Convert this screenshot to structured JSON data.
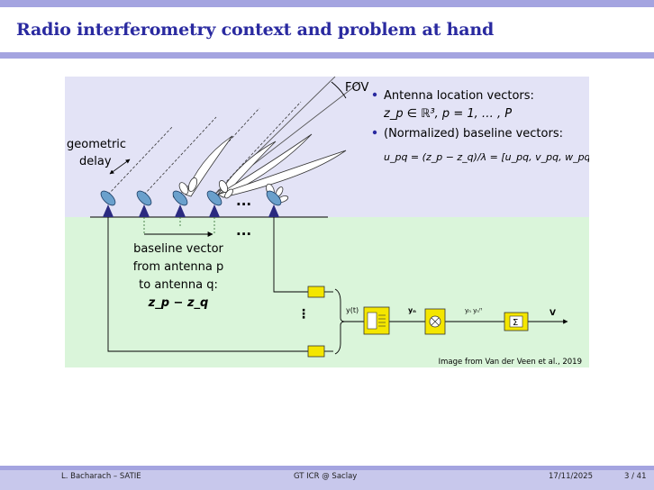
{
  "slide": {
    "title": "Radio interferometry context and problem at hand"
  },
  "figure": {
    "fov_label": "FOV",
    "geometric_delay_line1": "geometric",
    "geometric_delay_line2": "delay",
    "ellipsis": "...",
    "baseline_line1": "baseline vector",
    "baseline_line2": "from antenna p",
    "baseline_line3": "to antenna q:",
    "baseline_formula": "z_p − z_q",
    "bullet1_line1": "Antenna location vectors:",
    "bullet1_line2": "z_p ∈ ℝ³,  p = 1, … , P",
    "bullet2_line1": "(Normalized) baseline vectors:",
    "bullet2_formula": "u_pq = (z_p − z_q)/λ = [u_pq, v_pq, w_pq]ᵀ",
    "signal_label": "y(t)",
    "sample_label": "yₙ",
    "outer_product_label": "yₙ yₙᴴ",
    "output_label": "V",
    "sum_symbol": "Σ",
    "credit": "Image from Van der Veen et al., 2019",
    "colors": {
      "sky": "#e3e3f6",
      "ground": "#daf5da",
      "antenna_body": "#2a2a80",
      "dish": "#6aa0cc",
      "box": "#f4e600"
    }
  },
  "footer": {
    "author": "L. Bacharach – SATIE",
    "event": "GT ICR @ Saclay",
    "date": "17/11/2025",
    "page": "3 / 41"
  }
}
